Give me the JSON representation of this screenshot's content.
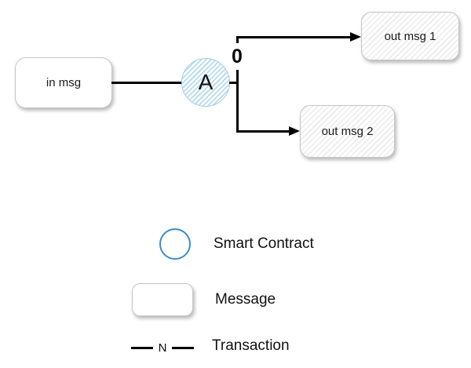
{
  "diagram": {
    "in_msg": {
      "label": "in msg"
    },
    "smart_contract": {
      "label": "A"
    },
    "transaction": {
      "seqno": "0"
    },
    "out_msg_1": {
      "label": "out msg 1"
    },
    "out_msg_2": {
      "label": "out msg 2"
    }
  },
  "legend": {
    "smart_contract_label": "Smart Contract",
    "message_label": "Message",
    "transaction_label": "Transaction",
    "transaction_line_label": "N"
  },
  "colors": {
    "smart_contract_stroke": "#3a8bc9",
    "smart_contract_hatch": "#b8dcee",
    "message_border": "#c6c6c6",
    "message_hatch": "#ebebeb",
    "line": "#000000",
    "background": "#ffffff"
  }
}
